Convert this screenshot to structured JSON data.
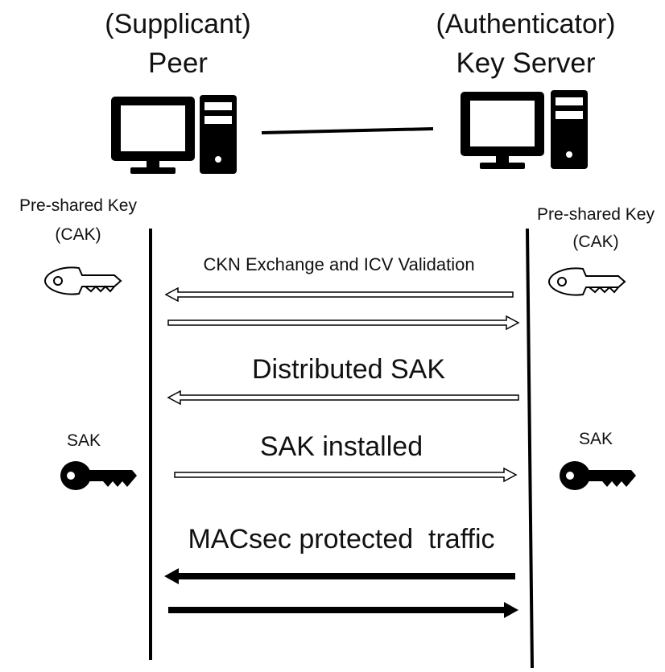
{
  "peer": {
    "role": "(Supplicant)",
    "name": "Peer",
    "key_label_1": "Pre-shared Key",
    "key_label_2": "(CAK)",
    "sak_label": "SAK"
  },
  "server": {
    "role": "(Authenticator)",
    "name": "Key Server",
    "key_label_1": "Pre-shared Key",
    "key_label_2": "(CAK)",
    "sak_label": "SAK"
  },
  "messages": {
    "ckn_exchange": "CKN Exchange and ICV Validation",
    "distributed_sak": "Distributed SAK",
    "sak_installed": "SAK installed",
    "macsec_traffic": "MACsec protected  traffic"
  },
  "icons": {
    "computer": "desktop-computer-icon",
    "cak_key": "outline-key-icon",
    "sak_key": "solid-key-icon"
  },
  "colors": {
    "line": "#000000",
    "background": "#ffffff"
  }
}
